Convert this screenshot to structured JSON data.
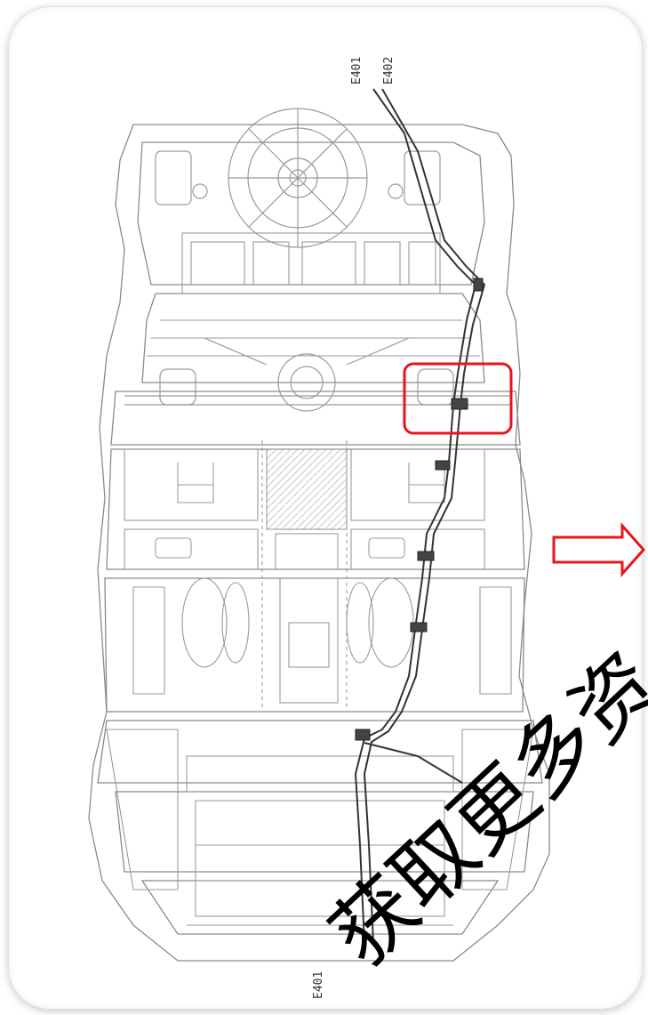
{
  "diagram": {
    "labels": {
      "top_left": "E401",
      "top_right": "E402",
      "bottom": "E401"
    },
    "highlight_color": "#e8141c",
    "arrow_color": "#e8141c"
  },
  "watermark": {
    "text": "获取更多资"
  }
}
